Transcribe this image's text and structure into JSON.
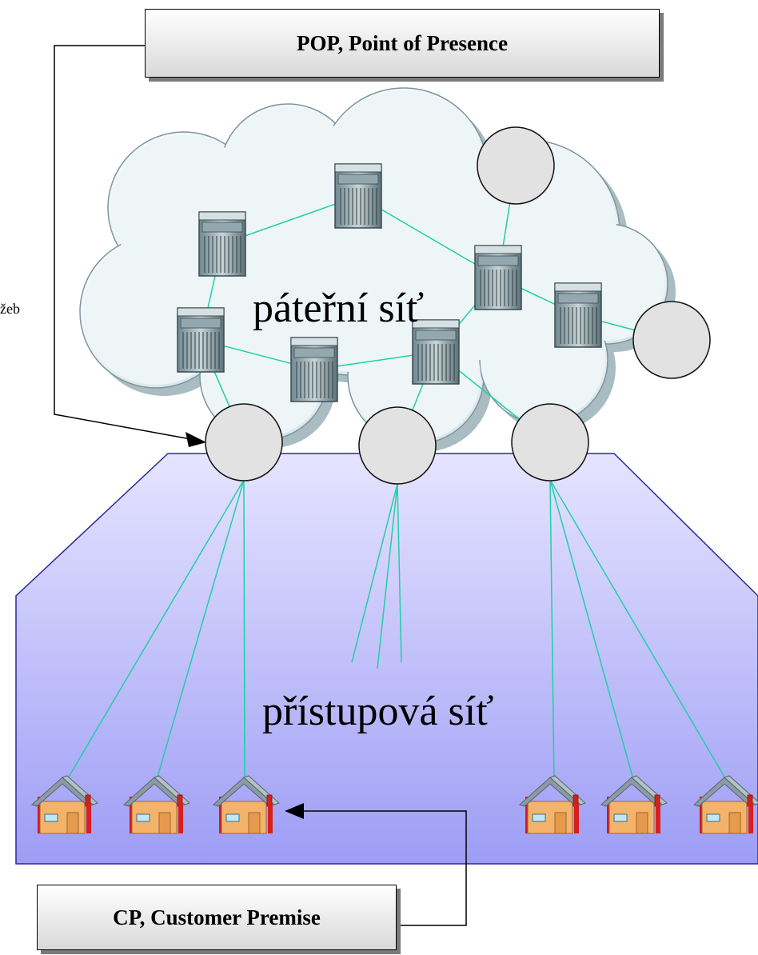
{
  "labels": {
    "pop": "POP,  Point of Presence",
    "cp": "CP, Customer Premise",
    "core_network": "páteřní síť",
    "access_network": "přístupová síť",
    "side_fragment": "žeb"
  },
  "colors": {
    "link": "#1fcfa6",
    "access_area_top": "#e6e4ff",
    "access_area_bottom": "#9d9df5",
    "access_border": "#2a2a9a",
    "cloud": "#e7f0f4",
    "cloud_shadow": "#9fb2b8",
    "router_fill": "#e2e2e2",
    "house_wall": "#f3b36b",
    "house_roof": "#8a9ba5",
    "house_chimney": "#d81f1f"
  },
  "icons": {
    "router": "router-circle-icon",
    "switch": "server-rack-icon",
    "house": "house-icon"
  }
}
